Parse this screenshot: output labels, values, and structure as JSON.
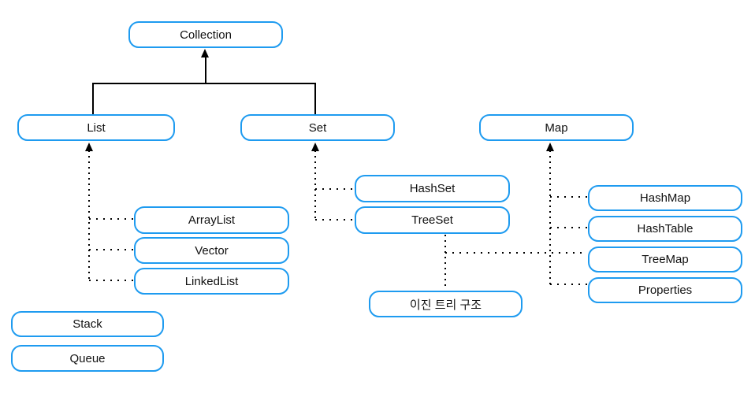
{
  "diagram": {
    "nodes": {
      "collection": "Collection",
      "list": "List",
      "set": "Set",
      "map": "Map",
      "arraylist": "ArrayList",
      "vector": "Vector",
      "linkedlist": "LinkedList",
      "hashset": "HashSet",
      "treeset": "TreeSet",
      "hashmap": "HashMap",
      "hashtable": "HashTable",
      "treemap": "TreeMap",
      "properties": "Properties",
      "binary_tree": "이진 트리 구조",
      "stack": "Stack",
      "queue": "Queue"
    },
    "edges": [
      {
        "from": "List",
        "to": "Collection",
        "style": "solid-arrow"
      },
      {
        "from": "Set",
        "to": "Collection",
        "style": "solid-arrow"
      },
      {
        "from": "ArrayList",
        "to": "List",
        "style": "dotted-arrow"
      },
      {
        "from": "Vector",
        "to": "List",
        "style": "dotted-arrow"
      },
      {
        "from": "LinkedList",
        "to": "List",
        "style": "dotted-arrow"
      },
      {
        "from": "HashSet",
        "to": "Set",
        "style": "dotted-arrow"
      },
      {
        "from": "TreeSet",
        "to": "Set",
        "style": "dotted-arrow"
      },
      {
        "from": "HashMap",
        "to": "Map",
        "style": "dotted-arrow"
      },
      {
        "from": "HashTable",
        "to": "Map",
        "style": "dotted-arrow"
      },
      {
        "from": "TreeMap",
        "to": "Map",
        "style": "dotted-arrow"
      },
      {
        "from": "Properties",
        "to": "Map",
        "style": "dotted-arrow"
      },
      {
        "from": "이진 트리 구조",
        "to": "TreeSet",
        "style": "dotted"
      },
      {
        "from": "이진 트리 구조",
        "to": "TreeMap",
        "style": "dotted"
      }
    ],
    "colors": {
      "node_border": "#1E9BF0",
      "node_fill": "#FFFFFF",
      "connector": "#000000",
      "text": "#111111",
      "background": "#FFFFFF"
    }
  }
}
